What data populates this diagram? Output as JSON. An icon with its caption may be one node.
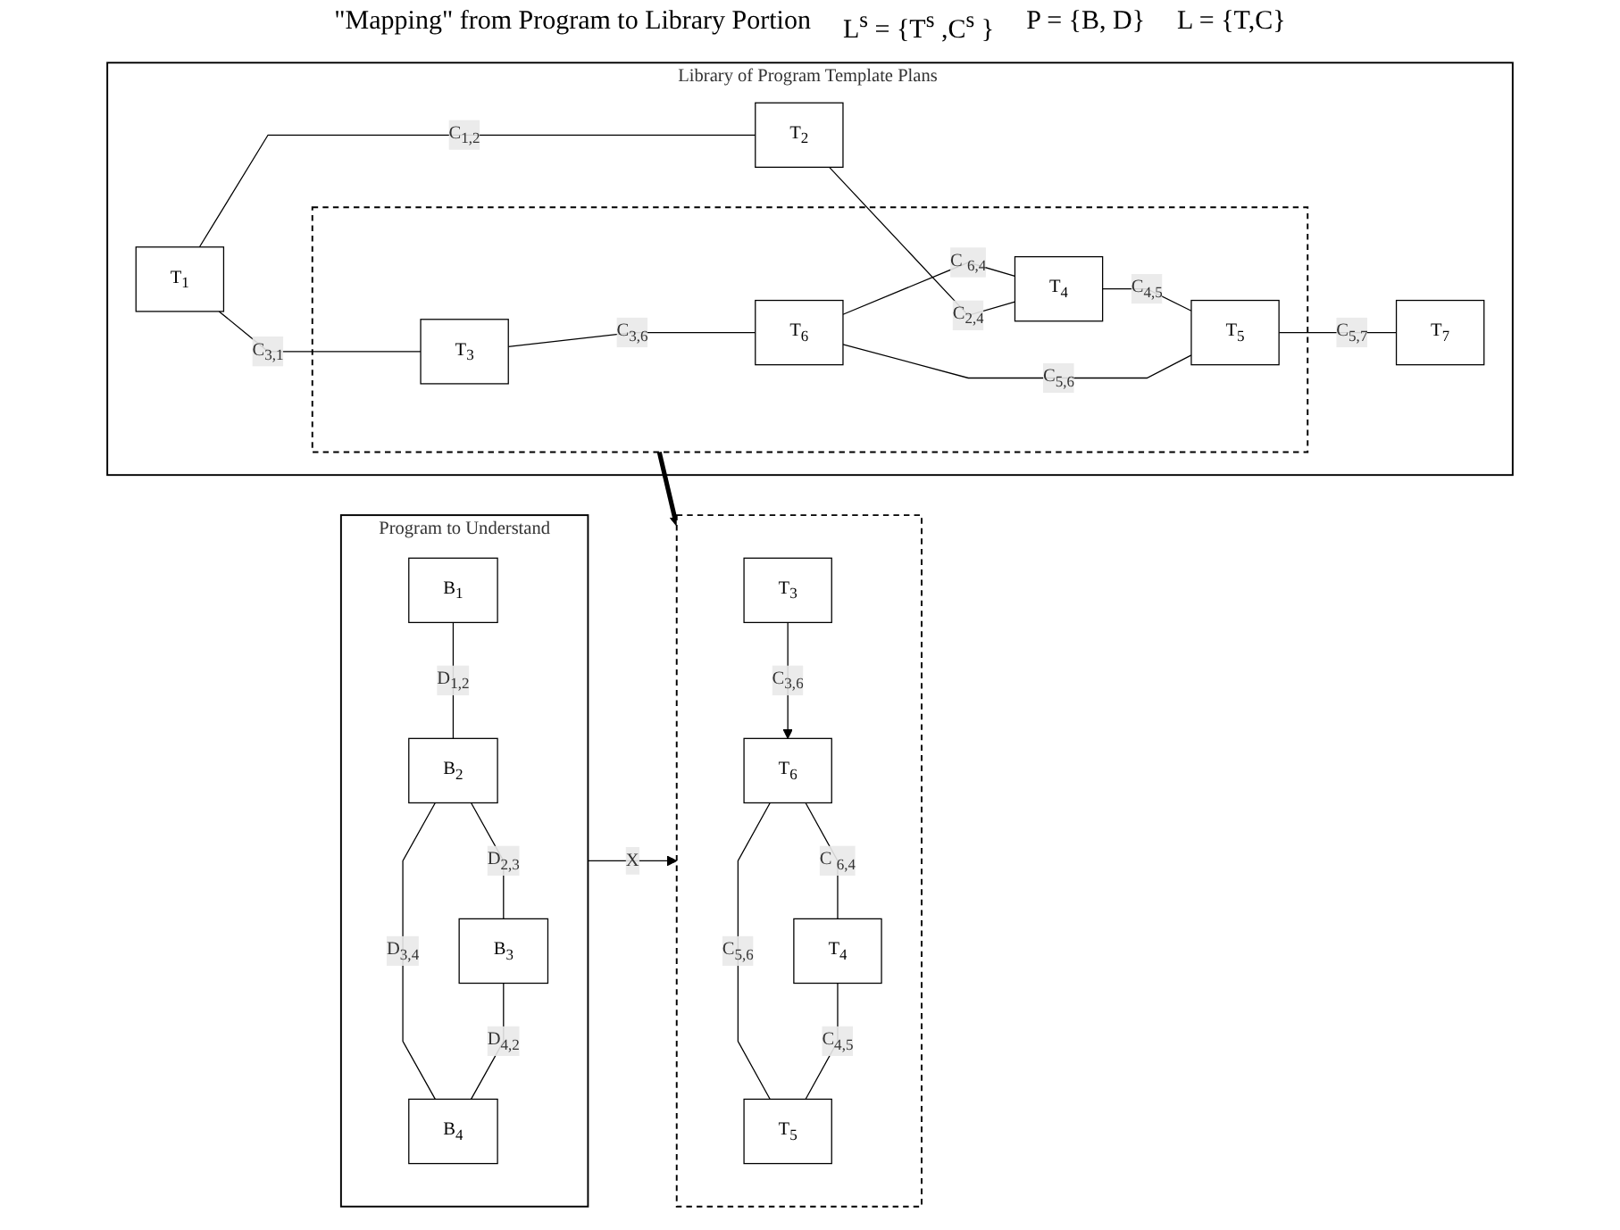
{
  "diagram": {
    "nodes": [
      {
        "text": [
          "Program to Understand"
        ]
      },
      {
        "text": [
          "B$_{1}$"
        ],
        "in": 0
      },
      {
        "text": [
          "B$_{2}$"
        ],
        "in": 0
      },
      {
        "text": [
          "B$_{3}$"
        ],
        "in": 0
      },
      {
        "text": [
          "B$_{4}$"
        ],
        "in": 0
      },
      {
        "text": [],
        "shape": "cloud"
      },
      {
        "text": [
          "T$_{3}$"
        ],
        "in": 5
      },
      {
        "text": [
          "T$_{6}$"
        ],
        "in": 5
      },
      {
        "text": [
          "T$_{4}$"
        ],
        "in": 5
      },
      {
        "text": [
          "T$_{5}$"
        ],
        "in": 5
      },
      {
        "text": [
          "Library of Program Template Plans"
        ]
      },
      {
        "text": [],
        "shape": "cloud",
        "in": 10
      },
      {
        "text": [
          "T$_{1}$"
        ],
        "in": 10
      },
      {
        "text": [
          "T$_{2}$"
        ],
        "in": 10
      },
      {
        "text": [
          "T$_{3}$"
        ],
        "in": 11
      },
      {
        "text": [
          "T$_{6}$"
        ],
        "in": 11
      },
      {
        "text": [
          "T$_{4}$"
        ],
        "in": 11
      },
      {
        "text": [
          "T$_{5}$"
        ],
        "in": 11
      },
      {
        "text": [
          "T$_{7}$"
        ],
        "in": 10
      }
    ],
    "edges": [
      {
        "from": 1,
        "to": 2,
        "arrow": "none",
        "label": "D$_{1,2}$"
      },
      {
        "from": 2,
        "to": 3,
        "arrow": "none",
        "label": "D$_{2,3}$"
      },
      {
        "from": 2,
        "to": 4,
        "arrow": "none",
        "label": "D$_{3,4}$"
      },
      {
        "from": 3,
        "to": 4,
        "arrow": "none",
        "label": "D$_{4,2}$"
      },
      {
        "from": 0,
        "to": 5,
        "arrow": "to",
        "label": "X"
      },
      {
        "from": 6,
        "to": 7,
        "arrow": "to",
        "label": "C$_{3,6}$"
      },
      {
        "from": 7,
        "to": 8,
        "arrow": "none",
        "label": "C $_{6,4}$"
      },
      {
        "from": 7,
        "to": 9,
        "arrow": "none",
        "label": "C$_{5,6}$"
      },
      {
        "from": 8,
        "to": 9,
        "arrow": "none",
        "label": "C$_{4,5}$"
      },
      {
        "from": 12,
        "to": 14,
        "arrow": "none",
        "label": "C$_{3,1}$"
      },
      {
        "from": 12,
        "to": 13,
        "arrow": "none",
        "label": "C$_{1,2}$"
      },
      {
        "from": 13,
        "to": 16,
        "arrow": "none",
        "label": "C$_{2,4}$"
      },
      {
        "from": 14,
        "to": 15,
        "arrow": "none",
        "label": "C$_{3,6}$"
      },
      {
        "from": 15,
        "to": 16,
        "arrow": "none",
        "label": "C $_{6,4}$"
      },
      {
        "from": 15,
        "to": 17,
        "arrow": "none",
        "label": "C$_{5,6}$"
      },
      {
        "from": 16,
        "to": 17,
        "arrow": "none",
        "label": "C$_{4,5}$"
      },
      {
        "from": 17,
        "to": 18,
        "arrow": "none",
        "label": "C$_{5,7}$"
      },
      {
        "from": 11,
        "to": 5,
        "arrow": "to",
        "style": "thick"
      }
    ],
    "labels": [
      "\"Mapping\" from Program to Library Portion",
      "L$^{s}$ = {T$^{s}$ ,C$^{s}$ }",
      "P = {B, D}",
      "L = {T,C}"
    ]
  }
}
